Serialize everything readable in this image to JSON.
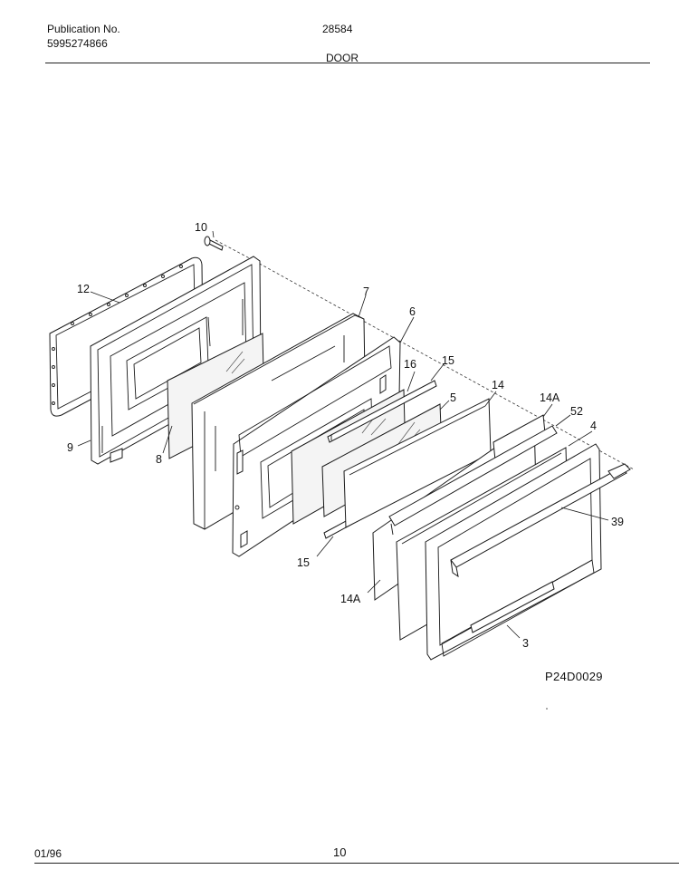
{
  "header": {
    "publication_label": "Publication No.",
    "publication_number": "5995274866",
    "model_number": "28584",
    "section_title": "DOOR"
  },
  "figure_code": "P24D0029",
  "footer": {
    "date": "01/96",
    "page": "10"
  },
  "callouts": {
    "c10": "10",
    "c12": "12",
    "c9": "9",
    "c8": "8",
    "c7": "7",
    "c6": "6",
    "c16": "16",
    "c15a": "15",
    "c15b": "15",
    "c5": "5",
    "c14": "14",
    "c14a_top": "14A",
    "c14a_bottom": "14A",
    "c52": "52",
    "c4": "4",
    "c39": "39",
    "c3": "3"
  }
}
